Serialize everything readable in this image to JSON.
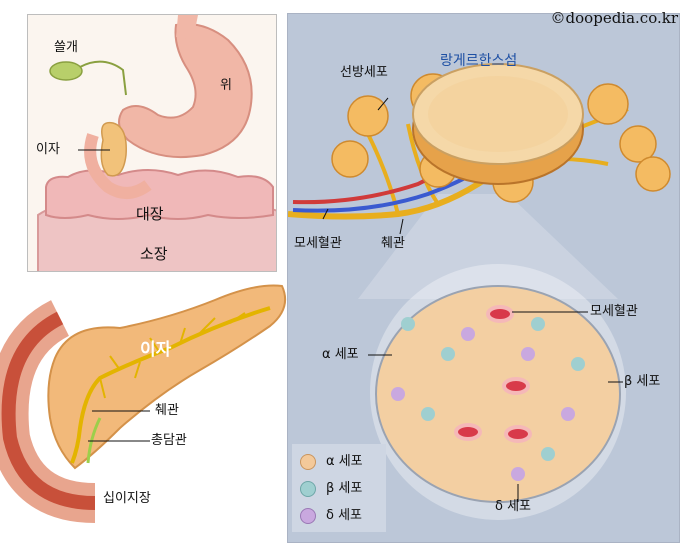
{
  "credit": "©doopedia.co.kr",
  "body_panel": {
    "gallbladder": "쓸개",
    "stomach": "위",
    "pancreas": "이자",
    "large_intestine": "대장",
    "small_intestine": "소장"
  },
  "pancreas_view": {
    "pancreas": "이자",
    "pancreatic_duct": "췌관",
    "common_bile_duct": "총담관",
    "duodenum": "십이지장"
  },
  "acinus_view": {
    "islet": "랑게르한스섬",
    "acinar_cell": "선방세포",
    "capillary": "모세혈관",
    "pancreatic_duct": "췌관"
  },
  "islet_view": {
    "capillary": "모세혈관",
    "alpha_cell": "α 세포",
    "beta_cell": "β 세포",
    "delta_cell": "δ 세포"
  },
  "legend": {
    "items": [
      {
        "label": "α 세포",
        "color": "#f3c99a"
      },
      {
        "label": "β 세포",
        "color": "#9fcfd0"
      },
      {
        "label": "δ 세포",
        "color": "#c9a8df"
      }
    ]
  }
}
